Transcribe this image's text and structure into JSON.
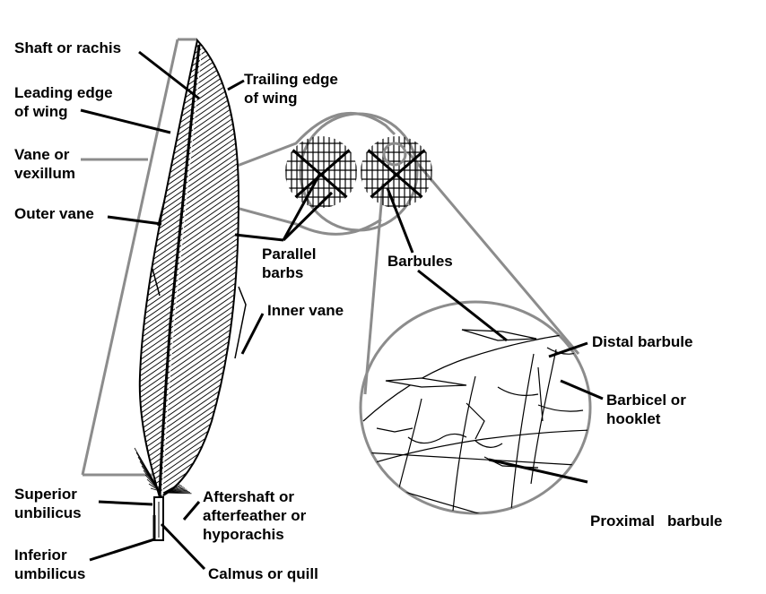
{
  "labels": {
    "shaft": {
      "lines": [
        "Shaft or rachis"
      ]
    },
    "leading_edge": {
      "lines": [
        "Leading edge",
        "of wing"
      ]
    },
    "trailing_edge": {
      "lines": [
        "Trailing edge",
        "of wing"
      ]
    },
    "vane": {
      "lines": [
        "Vane or",
        "vexillum"
      ]
    },
    "outer_vane": {
      "lines": [
        "Outer vane"
      ]
    },
    "parallel_barbs": {
      "lines": [
        "Parallel",
        "barbs"
      ]
    },
    "barbules": {
      "lines": [
        "Barbules"
      ]
    },
    "inner_vane": {
      "lines": [
        "Inner vane"
      ]
    },
    "distal_barbule": {
      "lines": [
        "Distal barbule"
      ]
    },
    "barbicel": {
      "lines": [
        "Barbicel or",
        "hooklet"
      ]
    },
    "proximal_barbule": {
      "lines": [
        "Proximal   barbule"
      ]
    },
    "superior_umbilicus": {
      "lines": [
        "Superior",
        "unbilicus"
      ]
    },
    "aftershaft": {
      "lines": [
        "Aftershaft or",
        "afterfeather or",
        "hyporachis"
      ]
    },
    "inferior_umbilicus": {
      "lines": [
        "Inferior",
        "umbilicus"
      ]
    },
    "calmus": {
      "lines": [
        "Calmus or quill"
      ]
    }
  },
  "colors": {
    "ink": "#000000",
    "magnifier_outline": "#8c8c8c",
    "background": "#ffffff"
  }
}
